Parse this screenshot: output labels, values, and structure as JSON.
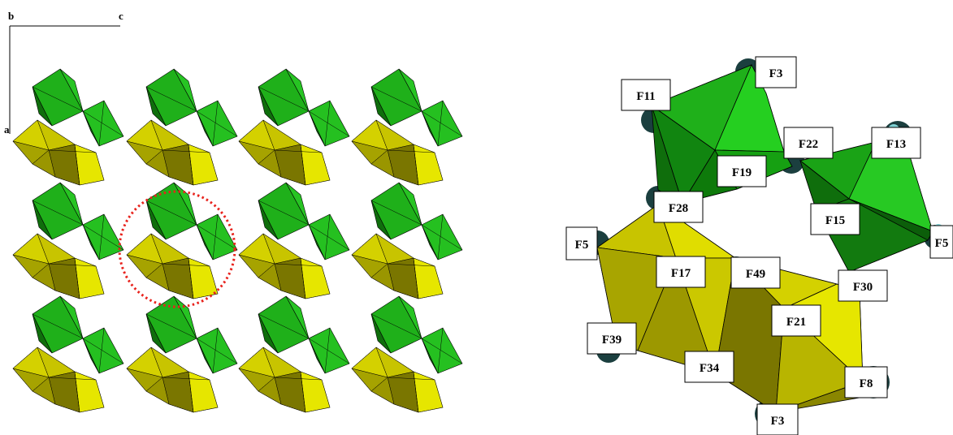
{
  "axes": {
    "a": "a",
    "b": "b",
    "c": "c"
  },
  "colors": {
    "green_light": "#22c41e",
    "green_mid": "#1aa316",
    "green_dark": "#0f6e0c",
    "yellow_light": "#e6e600",
    "yellow_mid": "#b5b200",
    "yellow_dark": "#7a7600",
    "atom": "#1b3f3f",
    "atom_highlight": "#7fd3d6",
    "highlight_circle": "#e8231d"
  },
  "labels": {
    "F3_top": "F3",
    "F11": "F11",
    "F22": "F22",
    "F13": "F13",
    "F19": "F19",
    "F28": "F28",
    "F15": "F15",
    "F5_left": "F5",
    "F5_right": "F5",
    "F17": "F17",
    "F49": "F49",
    "F30": "F30",
    "F21": "F21",
    "F39": "F39",
    "F34": "F34",
    "F8": "F8",
    "F3_bottom": "F3"
  }
}
